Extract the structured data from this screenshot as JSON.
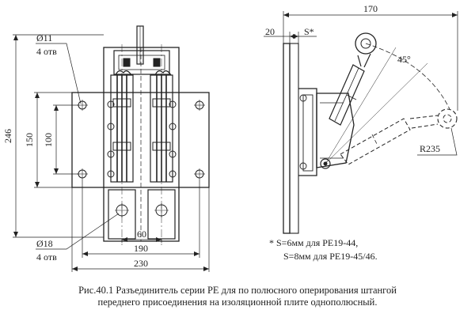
{
  "front_view": {
    "dim_height_total": "246",
    "dim_height_150": "150",
    "dim_height_100": "100",
    "hole_small_diameter": "Ø11",
    "hole_small_count": "4 отв",
    "hole_large_diameter": "Ø18",
    "hole_large_count": "4 отв",
    "dim_width_60": "60",
    "dim_width_190": "190",
    "dim_width_230": "230"
  },
  "side_view": {
    "dim_width_170": "170",
    "dim_20": "20",
    "dim_s": "S*",
    "angle": "45°",
    "radius": "R235"
  },
  "note": {
    "line1": "*  S=6мм для РЕ19-44,",
    "line2": "S=8мм для РЕ19-45/46."
  },
  "caption": {
    "line1": "Рис.40.1 Разъединитель серии РЕ для по полюсного оперирования штангой",
    "line2": "переднего присоединения на изоляционной плите однополюсный."
  }
}
